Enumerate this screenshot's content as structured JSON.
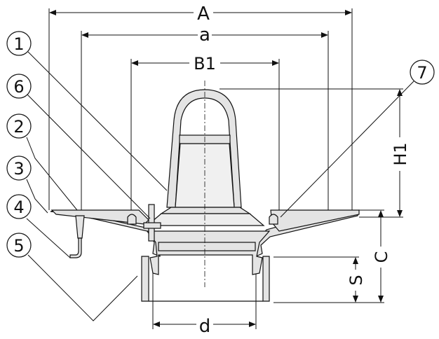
{
  "dimensions": {
    "A": "A",
    "a": "a",
    "B1": "B1",
    "H1": "H1",
    "C": "C",
    "S": "S",
    "d": "d"
  },
  "callouts": [
    "1",
    "6",
    "2",
    "3",
    "4",
    "5",
    "7"
  ],
  "colors": {
    "line": "#111111",
    "fill": "#e4e4e4"
  }
}
